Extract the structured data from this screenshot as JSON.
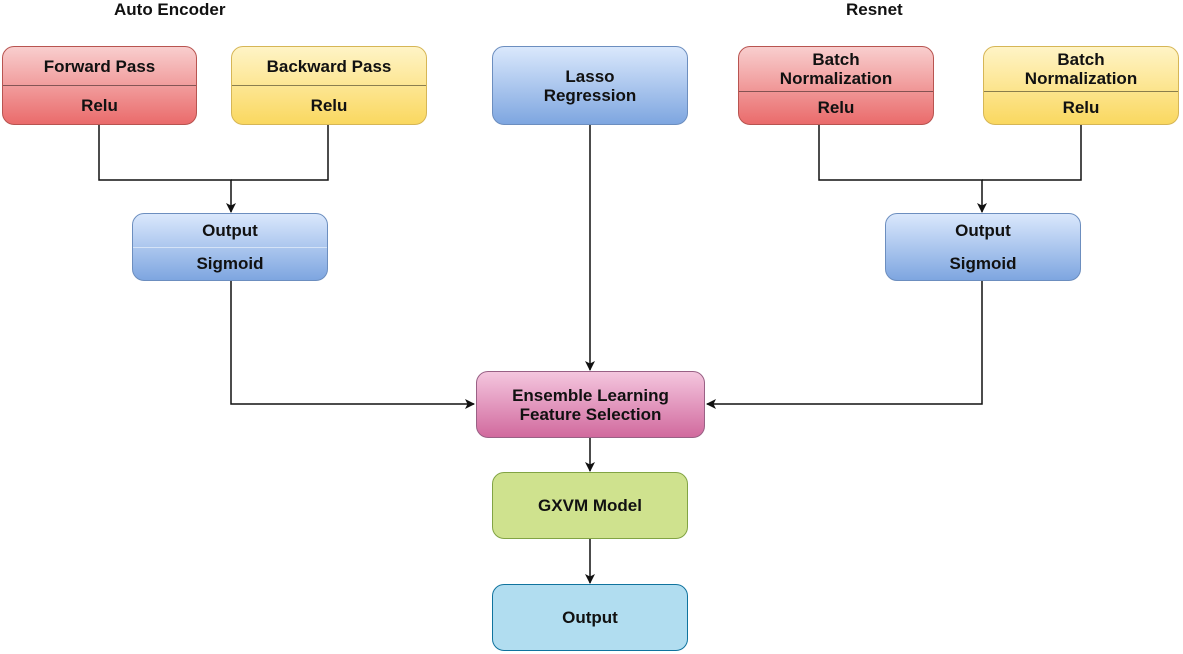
{
  "headings": {
    "autoencoder": "Auto Encoder",
    "resnet": "Resnet"
  },
  "nodes": {
    "forward_pass": {
      "top": "Forward Pass",
      "bottom": "Relu"
    },
    "backward_pass": {
      "top": "Backward Pass",
      "bottom": "Relu"
    },
    "lasso": {
      "label": "Lasso\nRegression"
    },
    "batch_norm_1": {
      "top": "Batch\nNormalization",
      "bottom": "Relu"
    },
    "batch_norm_2": {
      "top": "Batch\nNormalization",
      "bottom": "Relu"
    },
    "ae_output": {
      "top": "Output",
      "bottom": "Sigmoid"
    },
    "resnet_output": {
      "top": "Output",
      "bottom": "Sigmoid"
    },
    "ensemble": {
      "label": "Ensemble Learning\nFeature Selection"
    },
    "gxvm": {
      "label": "GXVM Model"
    },
    "final_output": {
      "label": "Output"
    }
  },
  "colors": {
    "red": "#ea6b6b",
    "yellow": "#fad860",
    "blue": "#7ea6e0",
    "pink": "#d16a9e",
    "green": "#cfe28e",
    "cyan": "#b1ddf0",
    "edge": "#111111"
  }
}
